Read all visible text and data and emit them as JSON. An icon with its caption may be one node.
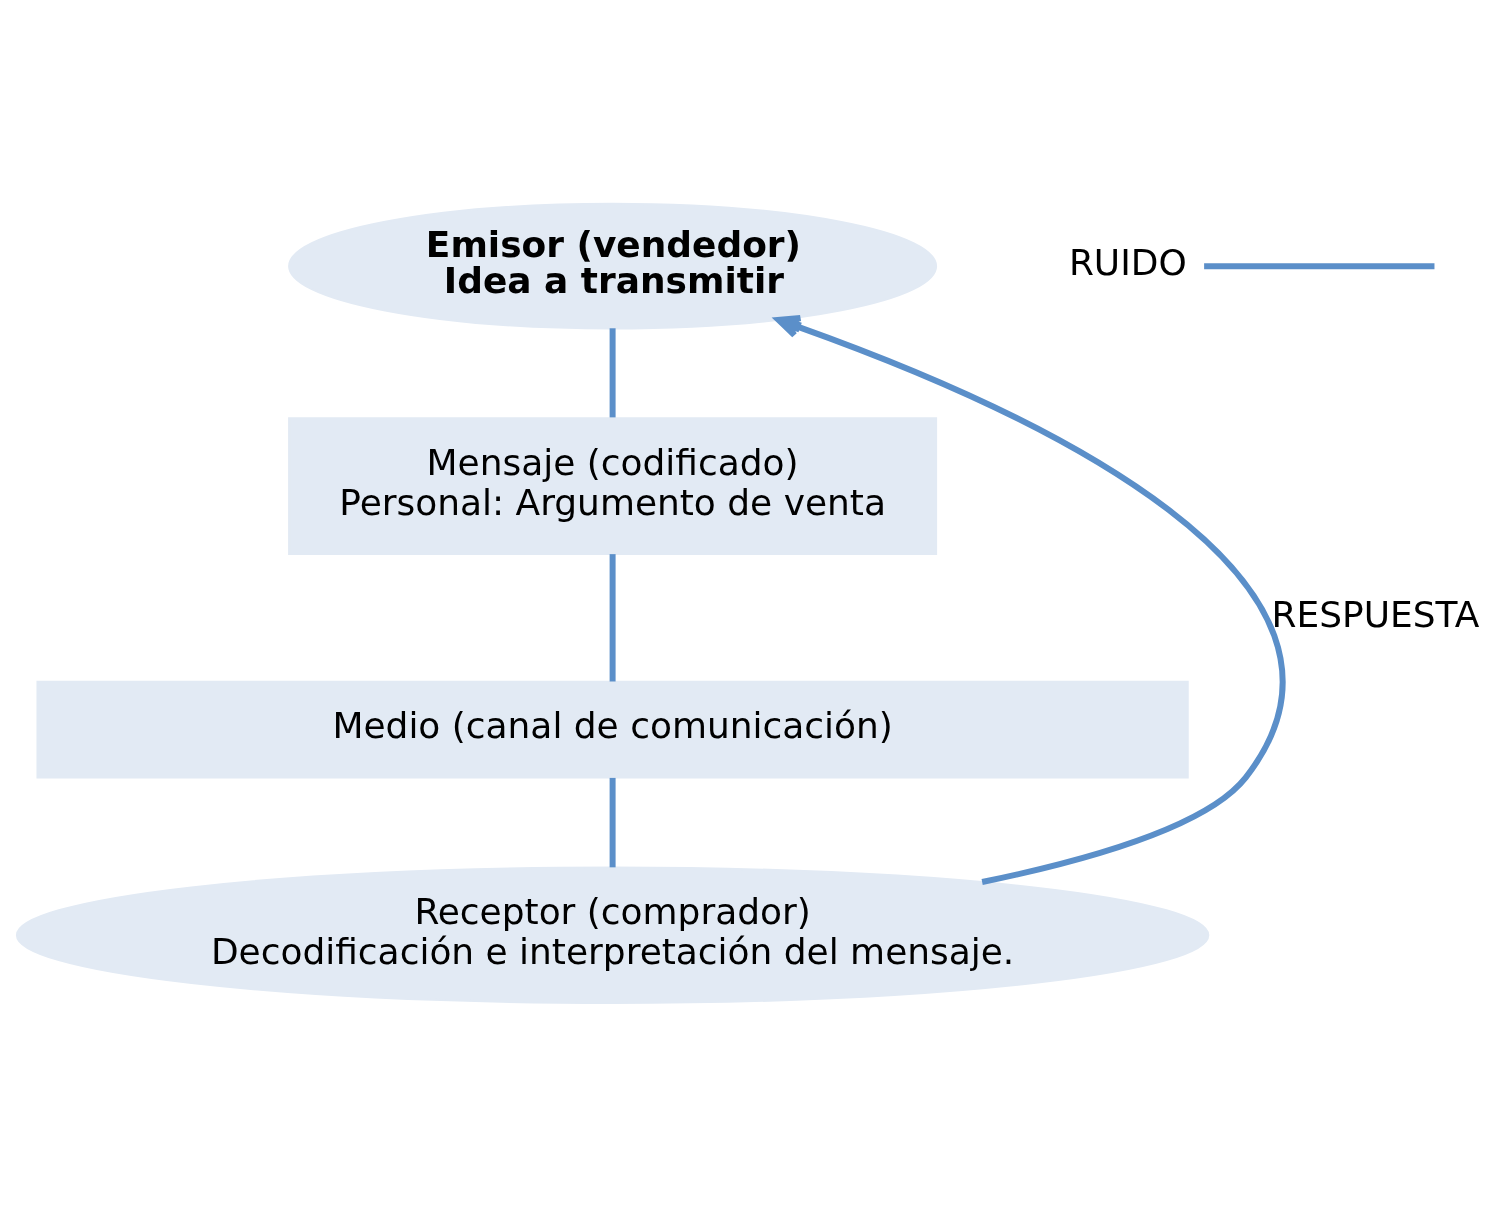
{
  "diagram": {
    "nodes": [
      {
        "text": [
          "Emisor (vendedor)",
          "Idea a transmitir"
        ]
      },
      {
        "text": [
          "Mensaje (codificado)",
          "Personal: Argumento de venta"
        ]
      },
      {
        "text": [
          "Medio (canal de comunicación)"
        ]
      },
      {
        "text": [
          "Receptor (comprador)",
          "Decodificación e interpretación del mensaje."
        ]
      },
      {
        "text": [
          "RUIDO"
        ]
      }
    ],
    "edges": [
      {
        "from": 0,
        "to": 1,
        "arrow": "none"
      },
      {
        "from": 1,
        "to": 2,
        "arrow": "none"
      },
      {
        "from": 2,
        "to": 3,
        "arrow": "none"
      },
      {
        "from": 3,
        "to": 0,
        "arrow": "to",
        "label": "RESPUESTA"
      },
      {
        "from": 4,
        "to": null,
        "arrow": "none"
      }
    ]
  }
}
